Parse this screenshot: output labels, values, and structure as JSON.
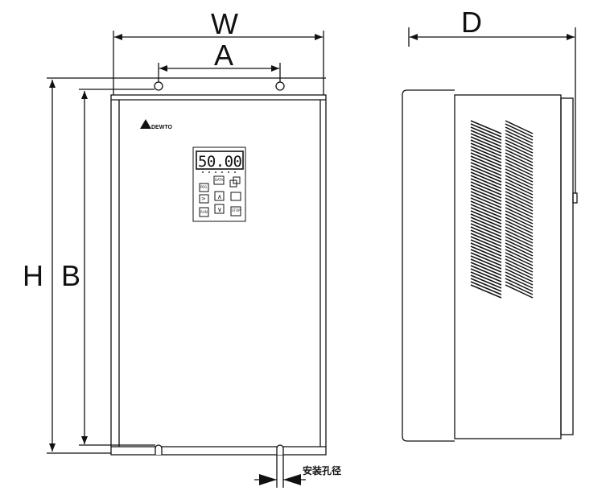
{
  "dimensions": {
    "width_label": "W",
    "hole_spacing_label": "A",
    "height_label": "H",
    "hole_height_label": "B",
    "depth_label": "D",
    "mounting_hole_label": "安装孔径"
  },
  "front_panel": {
    "brand": "DEWTO",
    "display_value": "50.00",
    "keys": [
      "PRG",
      "DATA",
      "∧",
      ">",
      "∨",
      "RUN",
      "STOP"
    ]
  }
}
